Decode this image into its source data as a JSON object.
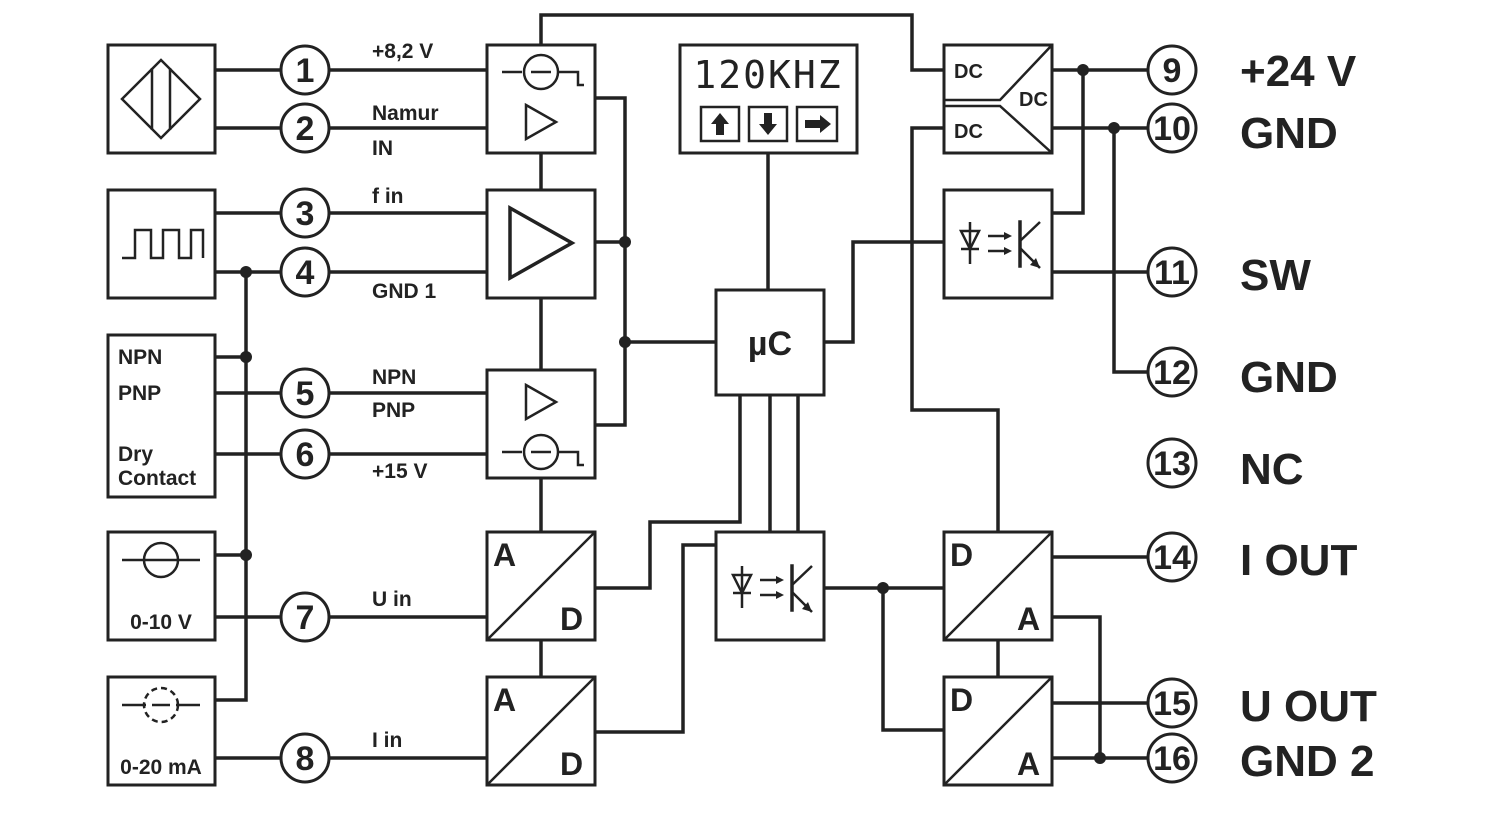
{
  "terminals": [
    {
      "num": "1",
      "signal": "+8,2 V"
    },
    {
      "num": "2",
      "signal": "Namur",
      "signal2": "IN"
    },
    {
      "num": "3",
      "signal": "f in"
    },
    {
      "num": "4",
      "signal": "GND 1"
    },
    {
      "num": "5",
      "signal": "NPN",
      "signal2": "PNP"
    },
    {
      "num": "6",
      "signal": "+15 V"
    },
    {
      "num": "7",
      "signal": "U in"
    },
    {
      "num": "8",
      "signal": "I in"
    },
    {
      "num": "9",
      "name": "+24 V"
    },
    {
      "num": "10",
      "name": "GND"
    },
    {
      "num": "11",
      "name": "SW"
    },
    {
      "num": "12",
      "name": "GND"
    },
    {
      "num": "13",
      "name": "NC"
    },
    {
      "num": "14",
      "name": "I OUT"
    },
    {
      "num": "15",
      "name": "U OUT"
    },
    {
      "num": "16",
      "name": "GND 2"
    }
  ],
  "sources": {
    "switch_type": [
      "NPN",
      "PNP",
      "Dry",
      "Contact"
    ],
    "voltage_label": "0-10 V",
    "current_label": "0-20 mA"
  },
  "display": {
    "readout": "120KHZ",
    "buttons": [
      "arrow-up-icon",
      "arrow-down-icon",
      "arrow-right-icon"
    ]
  },
  "blocks": {
    "uc_label": "µC",
    "ad_a": "A",
    "ad_d": "D",
    "da_d": "D",
    "da_a": "A",
    "dc_in": "DC",
    "dc_out1": "DC",
    "dc_out2": "DC"
  },
  "colors": {
    "ink": "#222222",
    "background": "#ffffff"
  }
}
